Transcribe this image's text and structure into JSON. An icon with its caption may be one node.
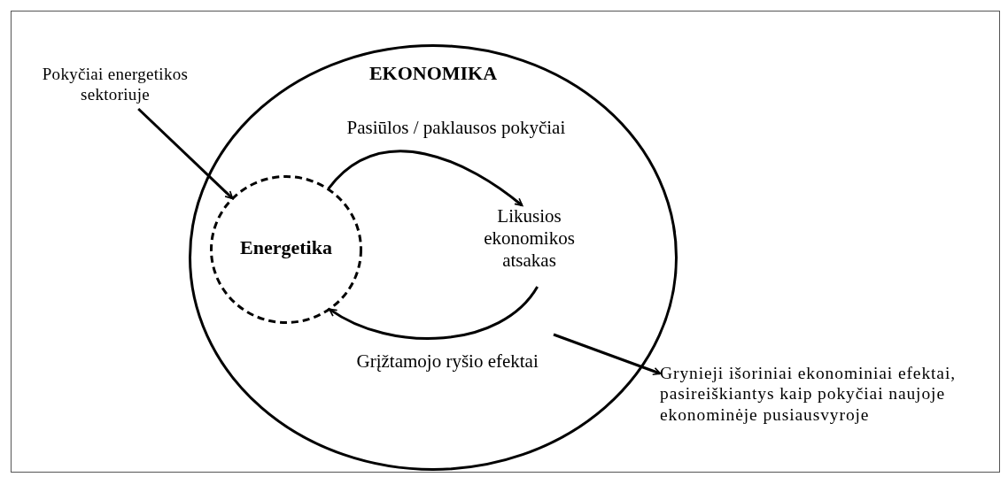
{
  "diagram": {
    "nodes": [
      {
        "text": [
          "EKONOMIKA"
        ]
      },
      {
        "text": [
          "Pokyčiai energetikos sektoriuje"
        ]
      },
      {
        "text": [
          "Energetika"
        ],
        "in": 0
      },
      {
        "text": [
          "Likusios ekonomikos atsakas"
        ],
        "in": 0
      },
      {
        "text": [
          "Grynieji išoriniai ekonominiai efektai, pasireiškiantys kaip pokyčiai naujoje ekonominėje pusiausvyroje"
        ]
      }
    ],
    "edges": [
      {
        "from": 1,
        "to": 2,
        "arrow": "to"
      },
      {
        "from": 2,
        "to": 3,
        "arrow": "to",
        "label": "Pasiūlos / paklausos pokyčiai"
      },
      {
        "from": 3,
        "to": 2,
        "arrow": "to",
        "label": "Grįžtamojo ryšio efektai"
      },
      {
        "from": null,
        "to": 4,
        "arrow": "to"
      }
    ]
  }
}
